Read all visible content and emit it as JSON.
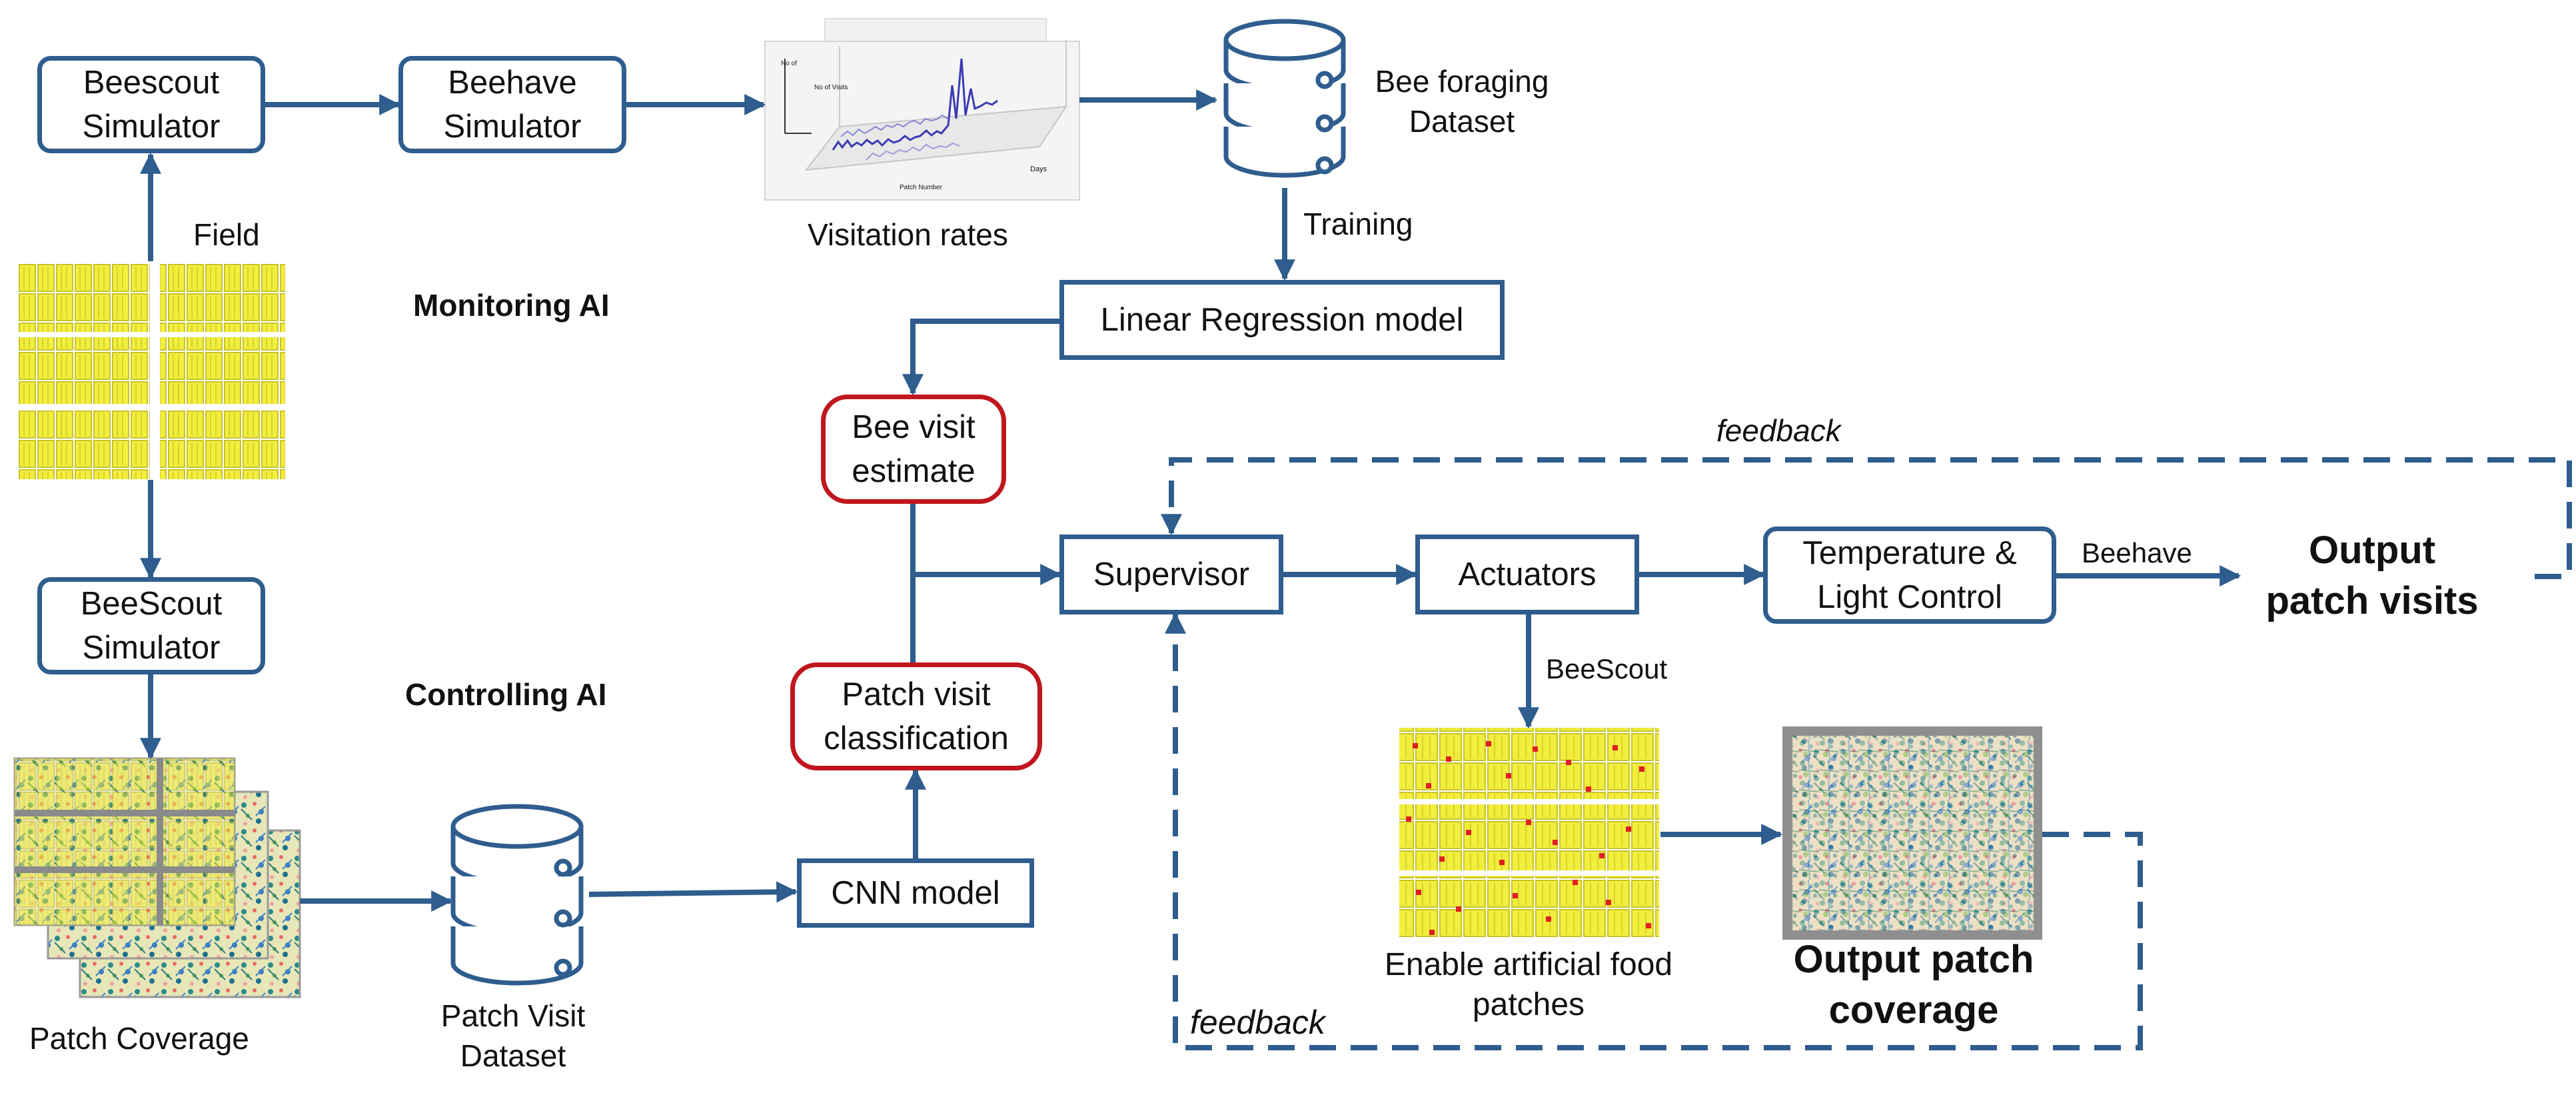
{
  "nodes": {
    "beescout_sim_top": [
      "Beescout",
      "Simulator"
    ],
    "beehave_sim": [
      "Beehave",
      "Simulator"
    ],
    "beescout_sim_bottom": [
      "BeeScout",
      "Simulator"
    ],
    "linear_regression": "Linear Regression model",
    "bee_visit_estimate": [
      "Bee visit",
      "estimate"
    ],
    "patch_visit_classification": [
      "Patch visit",
      "classification"
    ],
    "cnn_model": "CNN model",
    "supervisor": "Supervisor",
    "actuators": "Actuators",
    "temp_light": [
      "Temperature &",
      "Light Control"
    ]
  },
  "labels": {
    "field": "Field",
    "monitoring_ai": "Monitoring AI",
    "controlling_ai": "Controlling AI",
    "visitation_rates": "Visitation rates",
    "bee_foraging_dataset": [
      "Bee foraging",
      "Dataset"
    ],
    "training": "Training",
    "patch_coverage": "Patch Coverage",
    "patch_visit_dataset": [
      "Patch Visit",
      "Dataset"
    ],
    "feedback_top": "feedback",
    "feedback_bottom": "feedback",
    "beehave": "Beehave",
    "beescout": "BeeScout",
    "output_patch_visits": [
      "Output",
      "patch visits"
    ],
    "enable_food_patches": [
      "Enable artificial food",
      "patches"
    ],
    "output_patch_coverage": [
      "Output patch",
      "coverage"
    ]
  },
  "chart_thumb": {
    "y_labels": [
      "No of",
      "No of Visits"
    ],
    "x_label": "Patch Number",
    "z_label": "Days"
  },
  "colors": {
    "arrow": "#2e5d8e",
    "node_border": "#2e5d8e",
    "highlight_border": "#c0171e",
    "field_patch": "#f2ee3c",
    "coverage_frame": "#8f8f8f"
  }
}
